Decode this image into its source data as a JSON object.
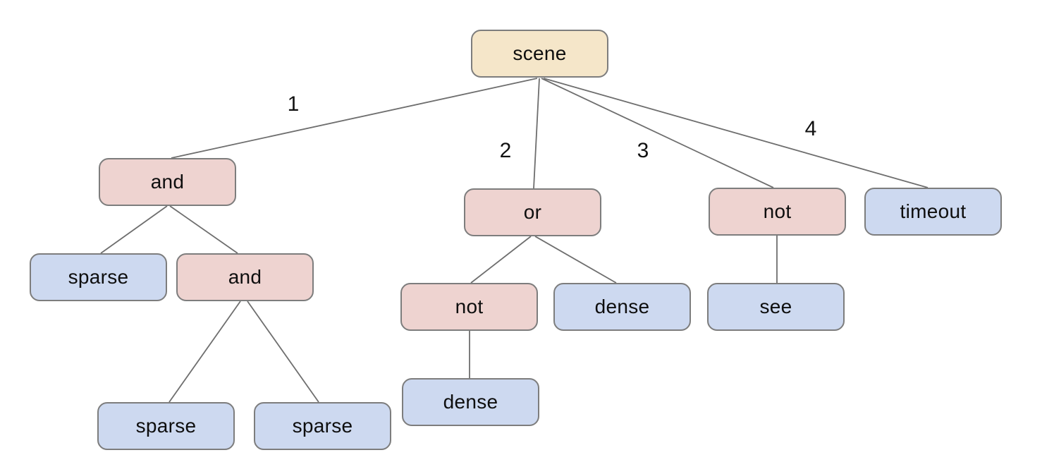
{
  "colors": {
    "root_fill": "#f5e6c9",
    "operator_fill": "#eed3d0",
    "leaf_fill": "#cdd9f0",
    "node_border": "#7d7d7d",
    "edge_stroke": "#6e6e6e",
    "background": "#ffffff",
    "text": "#0e0e0e"
  },
  "tree": {
    "root_id": "scene",
    "nodes": [
      {
        "id": "scene",
        "label": "scene",
        "kind": "root"
      },
      {
        "id": "and-1",
        "label": "and",
        "kind": "operator"
      },
      {
        "id": "or-1",
        "label": "or",
        "kind": "operator"
      },
      {
        "id": "not-1",
        "label": "not",
        "kind": "operator"
      },
      {
        "id": "timeout",
        "label": "timeout",
        "kind": "leaf"
      },
      {
        "id": "sparse-1",
        "label": "sparse",
        "kind": "leaf"
      },
      {
        "id": "and-2",
        "label": "and",
        "kind": "operator"
      },
      {
        "id": "not-2",
        "label": "not",
        "kind": "operator"
      },
      {
        "id": "dense-1",
        "label": "dense",
        "kind": "leaf"
      },
      {
        "id": "see",
        "label": "see",
        "kind": "leaf"
      },
      {
        "id": "dense-2",
        "label": "dense",
        "kind": "leaf"
      },
      {
        "id": "sparse-2",
        "label": "sparse",
        "kind": "leaf"
      },
      {
        "id": "sparse-3",
        "label": "sparse",
        "kind": "leaf"
      }
    ],
    "edges": [
      {
        "from": "scene",
        "to": "and-1",
        "label": "1"
      },
      {
        "from": "scene",
        "to": "or-1",
        "label": "2"
      },
      {
        "from": "scene",
        "to": "not-1",
        "label": "3"
      },
      {
        "from": "scene",
        "to": "timeout",
        "label": "4"
      },
      {
        "from": "and-1",
        "to": "sparse-1",
        "label": ""
      },
      {
        "from": "and-1",
        "to": "and-2",
        "label": ""
      },
      {
        "from": "and-2",
        "to": "sparse-2",
        "label": ""
      },
      {
        "from": "and-2",
        "to": "sparse-3",
        "label": ""
      },
      {
        "from": "or-1",
        "to": "not-2",
        "label": ""
      },
      {
        "from": "or-1",
        "to": "dense-1",
        "label": ""
      },
      {
        "from": "not-1",
        "to": "see",
        "label": ""
      },
      {
        "from": "not-2",
        "to": "dense-2",
        "label": ""
      }
    ]
  }
}
